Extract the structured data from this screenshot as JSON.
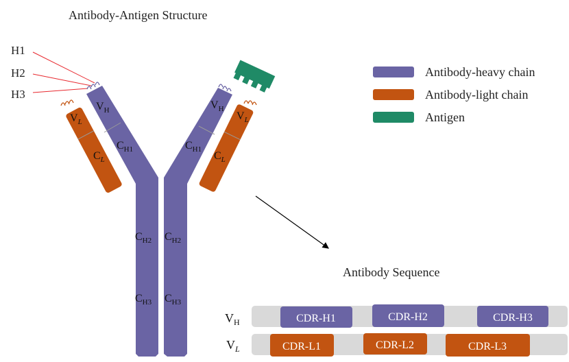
{
  "title": "Antibody-Antigen Structure",
  "colors": {
    "heavy": "#6a64a4",
    "light": "#c25411",
    "antigen": "#1f8a66",
    "track": "#d9d9d9",
    "leader": "#e8282e",
    "arrow": "#000000"
  },
  "hypervariable_labels": [
    "H1",
    "H2",
    "H3"
  ],
  "legend": [
    {
      "label": "Antibody-heavy chain",
      "color_key": "heavy"
    },
    {
      "label": "Antibody-light chain",
      "color_key": "light"
    },
    {
      "label": "Antigen",
      "color_key": "antigen"
    }
  ],
  "domains": {
    "heavy_variable": {
      "main": "V",
      "sub": "H"
    },
    "heavy_const1": {
      "main": "C",
      "sub": "H1"
    },
    "heavy_const2": {
      "main": "C",
      "sub": "H2"
    },
    "heavy_const3": {
      "main": "C",
      "sub": "H3"
    },
    "light_variable": {
      "main": "V",
      "sub": "L"
    },
    "light_const": {
      "main": "C",
      "sub": "L"
    }
  },
  "sequence": {
    "title": "Antibody Sequence",
    "rows": [
      {
        "label_main": "V",
        "label_sub": "H",
        "color_key": "heavy",
        "cdrs": [
          "CDR-H1",
          "CDR-H2",
          "CDR-H3"
        ]
      },
      {
        "label_main": "V",
        "label_sub": "L",
        "color_key": "light",
        "cdrs": [
          "CDR-L1",
          "CDR-L2",
          "CDR-L3"
        ]
      }
    ]
  }
}
